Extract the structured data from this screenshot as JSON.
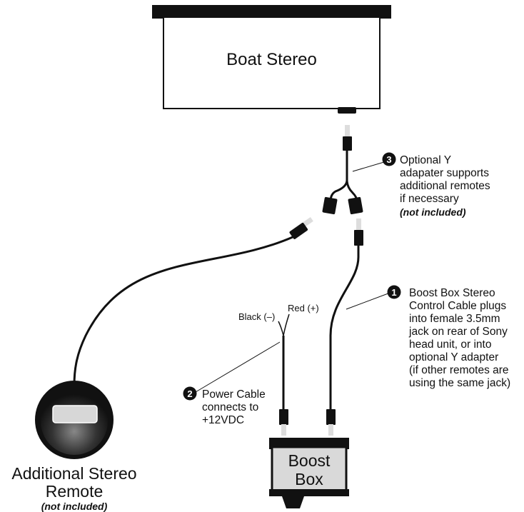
{
  "stereo": {
    "label": "Boat Stereo"
  },
  "boost_box": {
    "line1": "Boost",
    "line2": "Box"
  },
  "remote": {
    "line1": "Additional Stereo",
    "line2": "Remote",
    "note": "(not included)"
  },
  "callouts": {
    "c1": {
      "number": "1",
      "lines": [
        "Boost Box Stereo",
        "Control Cable plugs",
        "into female 3.5mm",
        "jack on rear of Sony",
        "head unit, or into",
        "optional Y adapter",
        "(if other remotes are",
        "using the same jack)"
      ]
    },
    "c2": {
      "number": "2",
      "lines": [
        "Power Cable",
        "connects to",
        "+12VDC"
      ]
    },
    "c3": {
      "number": "3",
      "lines": [
        "Optional Y",
        "adapater supports",
        "additional remotes",
        "if necessary"
      ],
      "note": "(not included)"
    }
  },
  "wires": {
    "black": "Black (–)",
    "red": "Red (+)"
  },
  "colors": {
    "ink": "#111111",
    "plug_tip": "#dddddd",
    "box_fill": "#d9d9d9",
    "badge": "#111111"
  }
}
